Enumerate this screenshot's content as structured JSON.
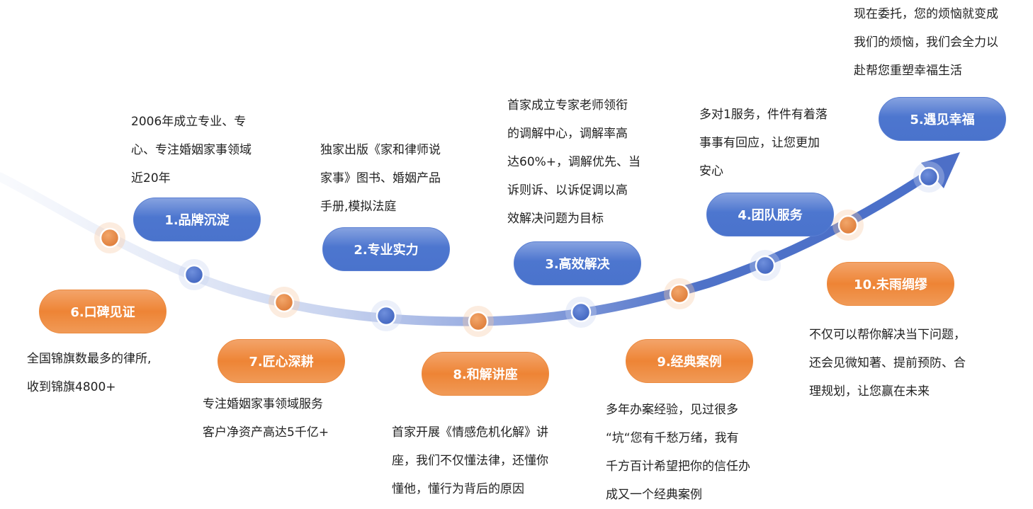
{
  "colors": {
    "blue": "#4a73cc",
    "orange": "#ee8435",
    "text": "#222222"
  },
  "milestones": [
    {
      "label": "1.品牌沉淀",
      "color": "blue",
      "desc": [
        "2006年成立专业、专",
        "心、专注婚姻家事领域",
        "近20年"
      ]
    },
    {
      "label": "2.专业实力",
      "color": "blue",
      "desc": [
        "独家出版《家和律师说",
        "家事》图书、婚姻产品",
        "手册,模拟法庭"
      ]
    },
    {
      "label": "3.高效解决",
      "color": "blue",
      "desc": [
        "首家成立专家老师领衔",
        "的调解中心，调解率高",
        "达60%+，调解优先、当",
        "诉则诉、以诉促调以高",
        "效解决问题为目标"
      ]
    },
    {
      "label": "4.团队服务",
      "color": "blue",
      "desc": [
        "多对1服务，件件有着落",
        "事事有回应，让您更加",
        "安心"
      ]
    },
    {
      "label": "5.遇见幸福",
      "color": "blue",
      "desc": [
        "现在委托，您的烦恼就变成",
        "我们的烦恼，我们会全力以",
        "赴帮您重塑幸福生活"
      ]
    },
    {
      "label": "6.口碑见证",
      "color": "orange",
      "desc": [
        "全国锦旗数最多的律所,",
        "收到锦旗4800+"
      ]
    },
    {
      "label": "7.匠心深耕",
      "color": "orange",
      "desc": [
        "专注婚姻家事领域服务",
        "客户净资产高达5千亿+"
      ]
    },
    {
      "label": "8.和解讲座",
      "color": "orange",
      "desc": [
        "首家开展《情感危机化解》讲",
        "座，我们不仅懂法律，还懂你",
        "懂他，懂行为背后的原因"
      ]
    },
    {
      "label": "9.经典案例",
      "color": "orange",
      "desc": [
        "多年办案经验，见过很多",
        "“坑“您有千愁万绪，我有",
        "千方百计希望把你的信任办",
        "成又一个经典案例"
      ]
    },
    {
      "label": "10.未雨绸缪",
      "color": "orange",
      "desc": [
        "不仅可以帮你解决当下问题，",
        "还会见微知著、提前预防、合",
        "理规划，让您赢在未来"
      ]
    }
  ]
}
